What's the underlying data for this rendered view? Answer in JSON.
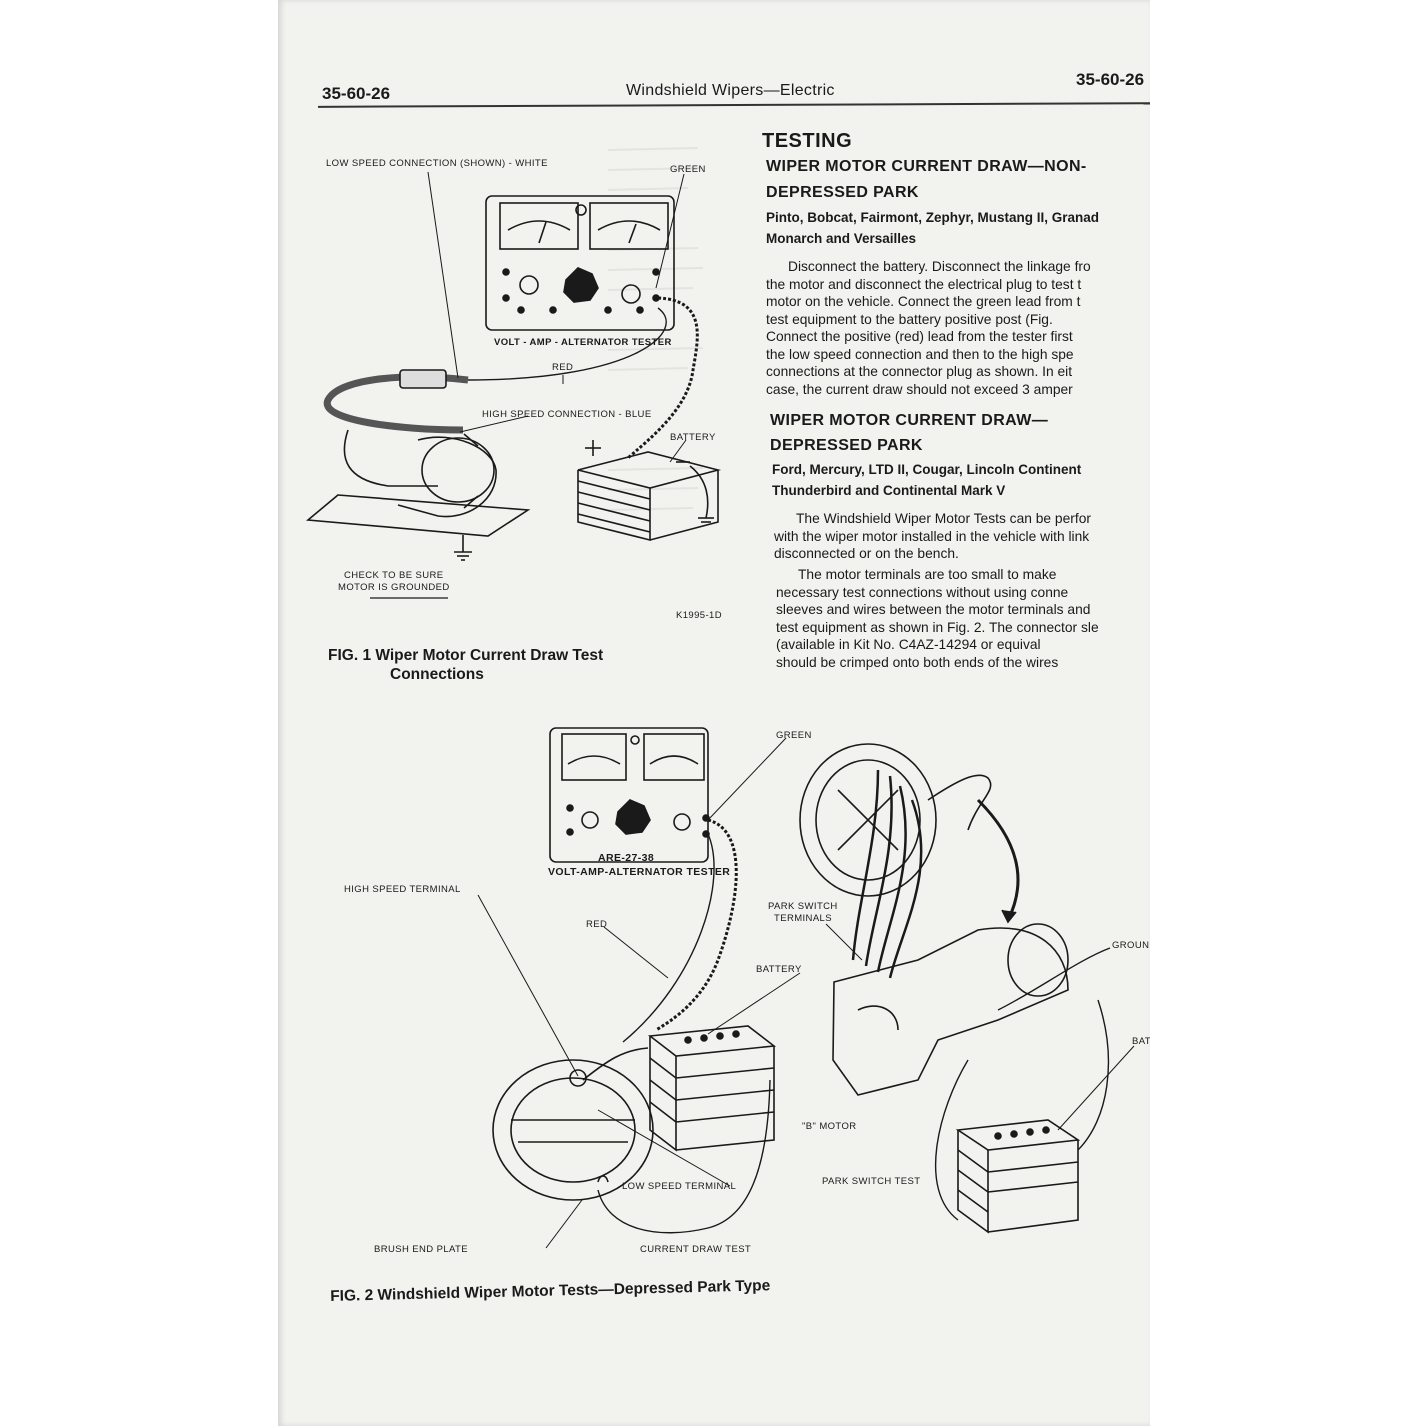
{
  "header": {
    "page_number_left": "35-60-26",
    "title": "Windshield Wipers—Electric",
    "page_number_right": "35-60-26"
  },
  "figure1": {
    "labels": {
      "low_speed": "LOW SPEED CONNECTION (SHOWN) - WHITE",
      "green": "GREEN",
      "tester": "VOLT - AMP - ALTERNATOR TESTER",
      "red": "RED",
      "high_speed": "HIGH SPEED CONNECTION - BLUE",
      "battery": "BATTERY",
      "check_line1": "CHECK TO BE SURE",
      "check_line2": "MOTOR IS GROUNDED",
      "ref": "K1995-1D"
    },
    "caption_line1": "FIG. 1  Wiper Motor Current Draw Test",
    "caption_line2": "Connections"
  },
  "figure2": {
    "labels": {
      "green": "GREEN",
      "model": "ARE-27-38",
      "tester": "VOLT-AMP-ALTERNATOR TESTER",
      "high_speed_terminal": "HIGH SPEED TERMINAL",
      "red": "RED",
      "battery": "BATTERY",
      "park_switch_terminals_1": "PARK SWITCH",
      "park_switch_terminals_2": "TERMINALS",
      "ground": "GROUN",
      "bat": "BAT",
      "b_motor": "\"B\" MOTOR",
      "park_switch_test": "PARK SWITCH TEST",
      "low_speed_terminal": "LOW SPEED TERMINAL",
      "brush_end_plate": "BRUSH END PLATE",
      "current_draw_test": "CURRENT DRAW TEST"
    },
    "caption": "FIG. 2  Windshield Wiper Motor Tests—Depressed Park Type"
  },
  "text": {
    "testing_heading": "TESTING",
    "section1_heading_line1": "WIPER MOTOR CURRENT DRAW—NON-",
    "section1_heading_line2": "DEPRESSED PARK",
    "section1_models_line1": "Pinto, Bobcat, Fairmont, Zephyr, Mustang II, Granad",
    "section1_models_line2": "Monarch and Versailles",
    "section1_body": [
      "Disconnect the battery. Disconnect the linkage fro",
      "the motor and disconnect the electrical plug to test t",
      "motor on the vehicle. Connect the green lead from t",
      "test equipment to the battery positive post (Fig.",
      "Connect the positive (red) lead from the tester first",
      "the low speed connection and then to the high spe",
      "connections at the connector plug as shown. In eit",
      "case, the current draw should not exceed 3 amper"
    ],
    "section2_heading_line1": "WIPER MOTOR CURRENT DRAW—",
    "section2_heading_line2": "DEPRESSED PARK",
    "section2_models_line1": "Ford, Mercury, LTD II, Cougar, Lincoln Continent",
    "section2_models_line2": "Thunderbird and Continental Mark V",
    "section2_body1": [
      "The Windshield Wiper Motor Tests can be perfor",
      "with the wiper motor installed in the vehicle with link",
      "disconnected or on the bench."
    ],
    "section2_body2": [
      "The motor terminals are too small to make",
      "necessary test connections without using conne",
      "sleeves and wires between the motor terminals and",
      "test equipment as shown in Fig. 2. The connector sle",
      "(available in Kit No. C4AZ-14294 or equival",
      "should be crimped onto both ends of the wires"
    ]
  },
  "colors": {
    "paper": "#f2f2ef",
    "ink": "#1a1a1a",
    "background": "#ffffff"
  }
}
